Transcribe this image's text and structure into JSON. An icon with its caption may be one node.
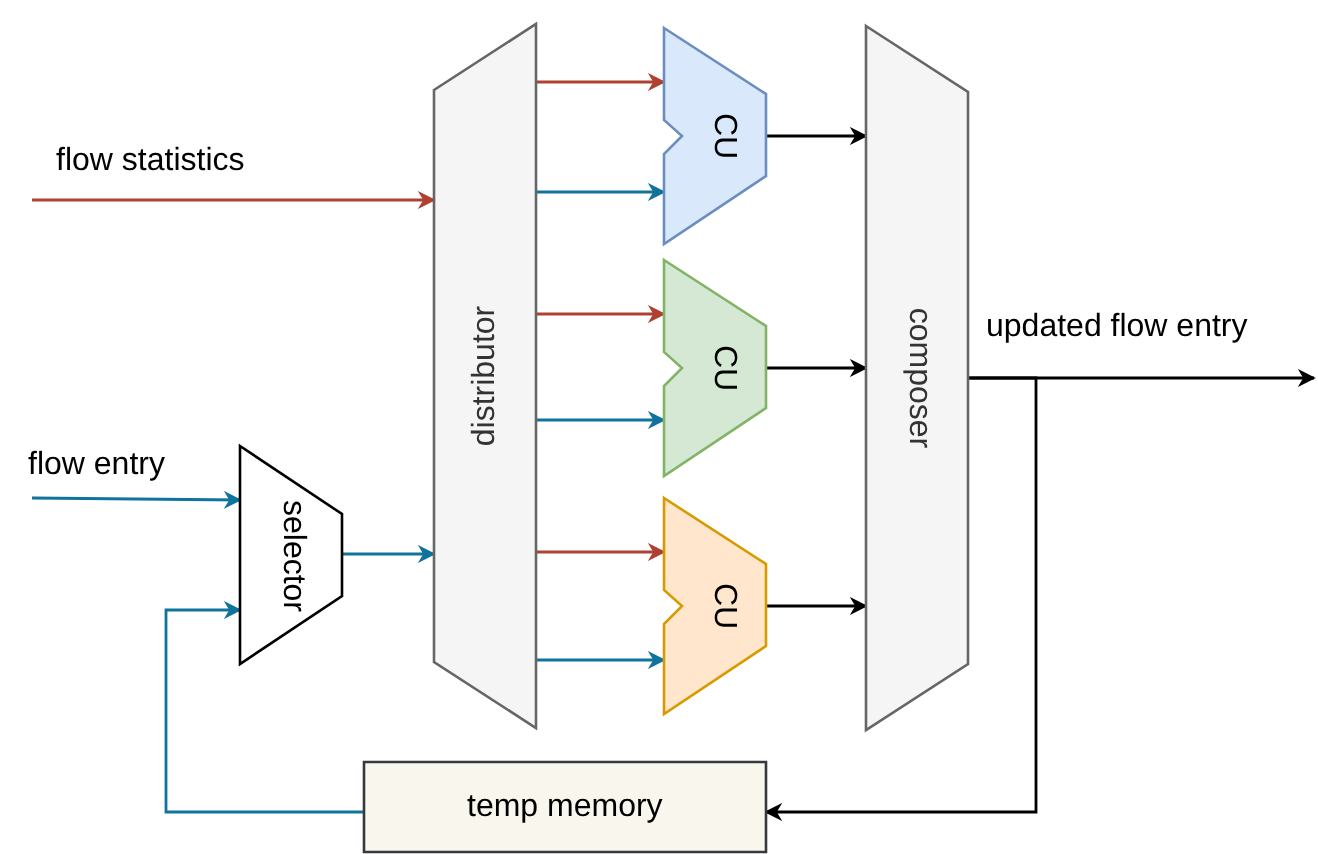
{
  "diagram": {
    "nodes": [
      {
        "text": [
          "distributor"
        ]
      },
      {
        "text": [
          "CU"
        ]
      },
      {
        "text": [
          "CU"
        ]
      },
      {
        "text": [
          "CU"
        ]
      },
      {
        "text": [
          "composer"
        ]
      },
      {
        "text": [
          "selector"
        ]
      },
      {
        "text": [
          "temp memory"
        ]
      }
    ],
    "edges": [
      {
        "from": null,
        "to": 0,
        "arrow": "to",
        "label": "flow statistics",
        "color": "#ae4132"
      },
      {
        "from": null,
        "to": 5,
        "arrow": "to",
        "label": "flow entry",
        "color": "#10739e"
      },
      {
        "from": 6,
        "to": 5,
        "arrow": "to",
        "color": "#10739e"
      },
      {
        "from": 5,
        "to": 0,
        "arrow": "to",
        "color": "#10739e"
      },
      {
        "from": 0,
        "to": 1,
        "arrow": "to",
        "color": "#ae4132"
      },
      {
        "from": 0,
        "to": 1,
        "arrow": "to",
        "color": "#10739e"
      },
      {
        "from": 0,
        "to": 2,
        "arrow": "to",
        "color": "#ae4132"
      },
      {
        "from": 0,
        "to": 2,
        "arrow": "to",
        "color": "#10739e"
      },
      {
        "from": 0,
        "to": 3,
        "arrow": "to",
        "color": "#ae4132"
      },
      {
        "from": 0,
        "to": 3,
        "arrow": "to",
        "color": "#10739e"
      },
      {
        "from": 1,
        "to": 4,
        "arrow": "to",
        "color": "#000000"
      },
      {
        "from": 2,
        "to": 4,
        "arrow": "to",
        "color": "#000000"
      },
      {
        "from": 3,
        "to": 4,
        "arrow": "to",
        "color": "#000000"
      },
      {
        "from": 4,
        "to": null,
        "arrow": "to",
        "label": "updated flow entry",
        "color": "#000000"
      },
      {
        "from": 4,
        "to": 6,
        "arrow": "to",
        "color": "#000000"
      }
    ]
  }
}
